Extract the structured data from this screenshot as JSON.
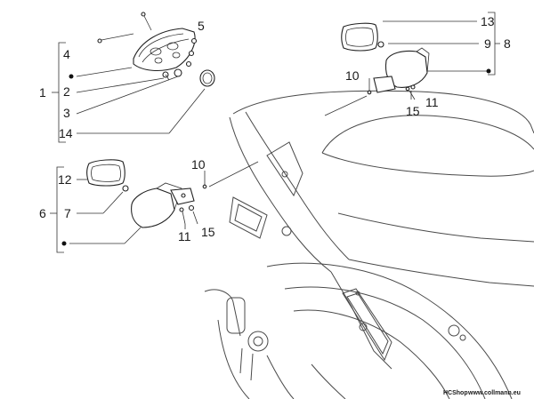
{
  "callouts": {
    "c1": "1",
    "c2": "2",
    "c3": "3",
    "c4": "4",
    "c5": "5",
    "c14": "14",
    "c6": "6",
    "c7": "7",
    "c12": "12",
    "c10_left": "10",
    "c11_left": "11",
    "c15_left": "15",
    "c8": "8",
    "c9": "9",
    "c13": "13",
    "c10_right": "10",
    "c11_right": "11",
    "c15_right": "15"
  },
  "footer": {
    "shop": "HCShop",
    "url": "www.collmann.eu"
  }
}
